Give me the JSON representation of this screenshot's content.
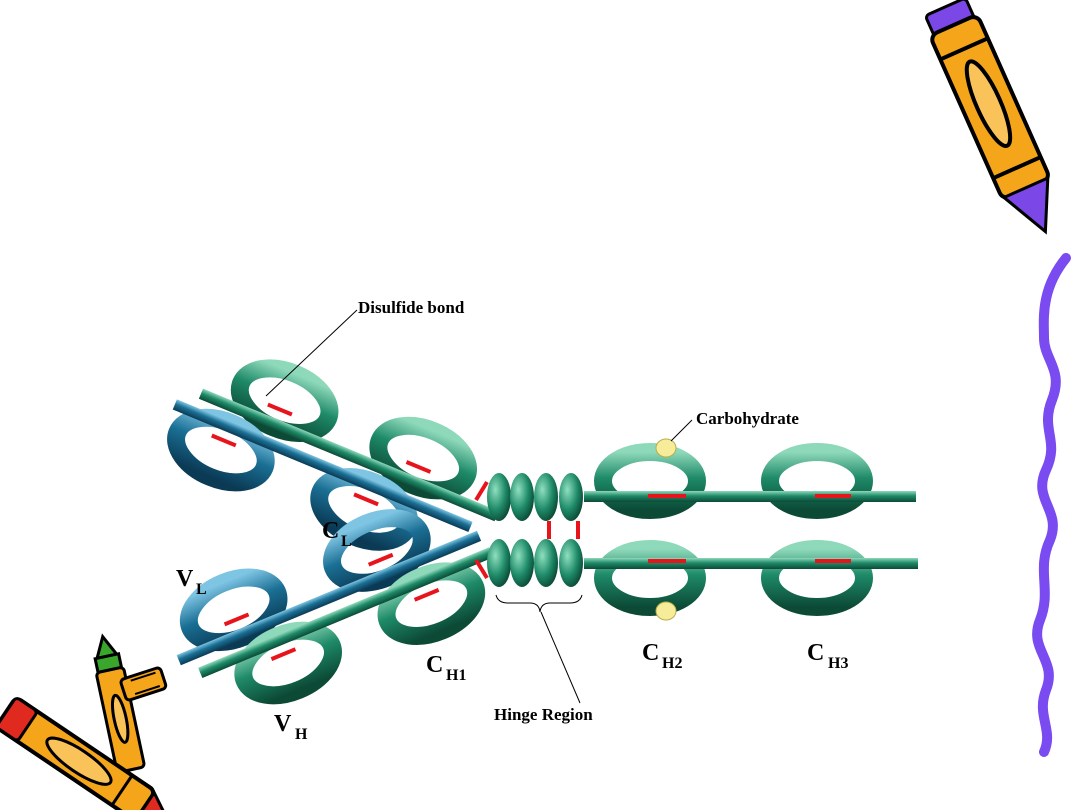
{
  "diagram": {
    "labels": {
      "disulfide": "Disulfide bond",
      "carbohydrate": "Carbohydrate",
      "hinge": "Hinge Region",
      "cl_main": "C",
      "cl_sub": "L",
      "vl_main": "V",
      "vl_sub": "L",
      "vh_main": "V",
      "vh_sub": "H",
      "ch1_main": "C",
      "ch1_sub": "H1",
      "ch2_main": "C",
      "ch2_sub": "H2",
      "ch3_main": "C",
      "ch3_sub": "H3"
    },
    "colors": {
      "heavy_chain": "#1e8a68",
      "light_chain": "#1a6f94",
      "disulfide": "#e8141c",
      "carbohydrate": "#f6ec9a",
      "squiggle": "#7a4bf0",
      "crayon_body": "#f4a51a"
    },
    "decorations": [
      "crayon-icon",
      "crayon-icon",
      "crayon-icon",
      "squiggle-line"
    ]
  }
}
